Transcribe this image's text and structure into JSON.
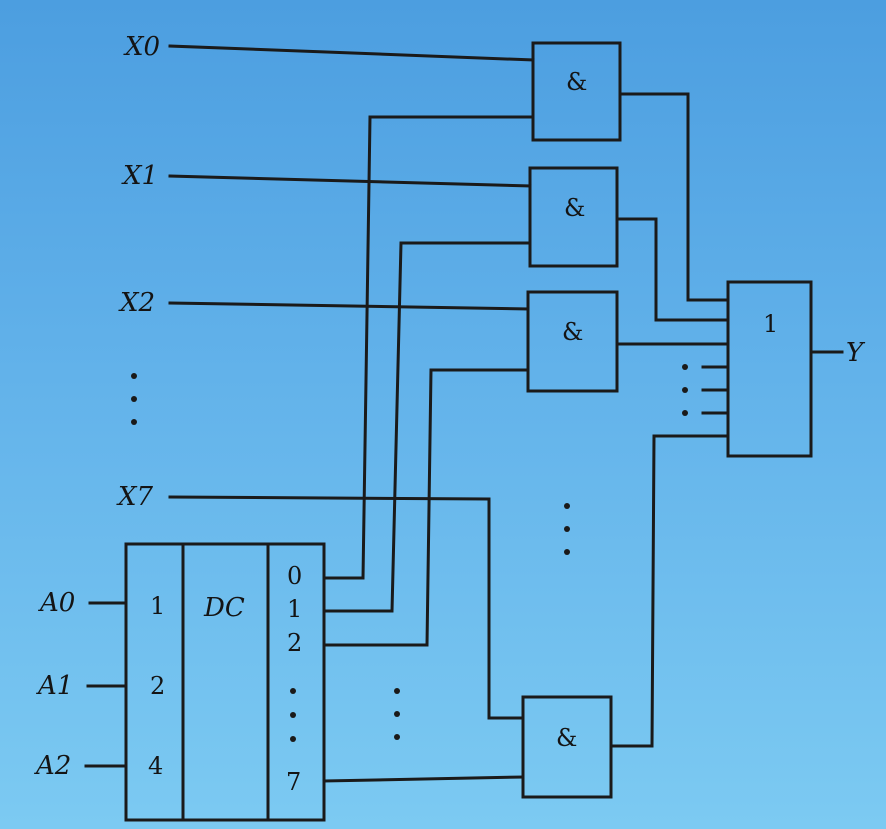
{
  "inputs": {
    "x0": "X0",
    "x1": "X1",
    "x2": "X2",
    "x7": "X7"
  },
  "address": {
    "a0": "A0",
    "a1": "A1",
    "a2": "A2"
  },
  "decoder": {
    "label": "DC",
    "input_weights": [
      "1",
      "2",
      "4"
    ],
    "outputs": [
      "0",
      "1",
      "2",
      "7"
    ]
  },
  "gates": {
    "and_symbol": "&",
    "or_symbol": "1"
  },
  "output": {
    "label": "Y"
  }
}
